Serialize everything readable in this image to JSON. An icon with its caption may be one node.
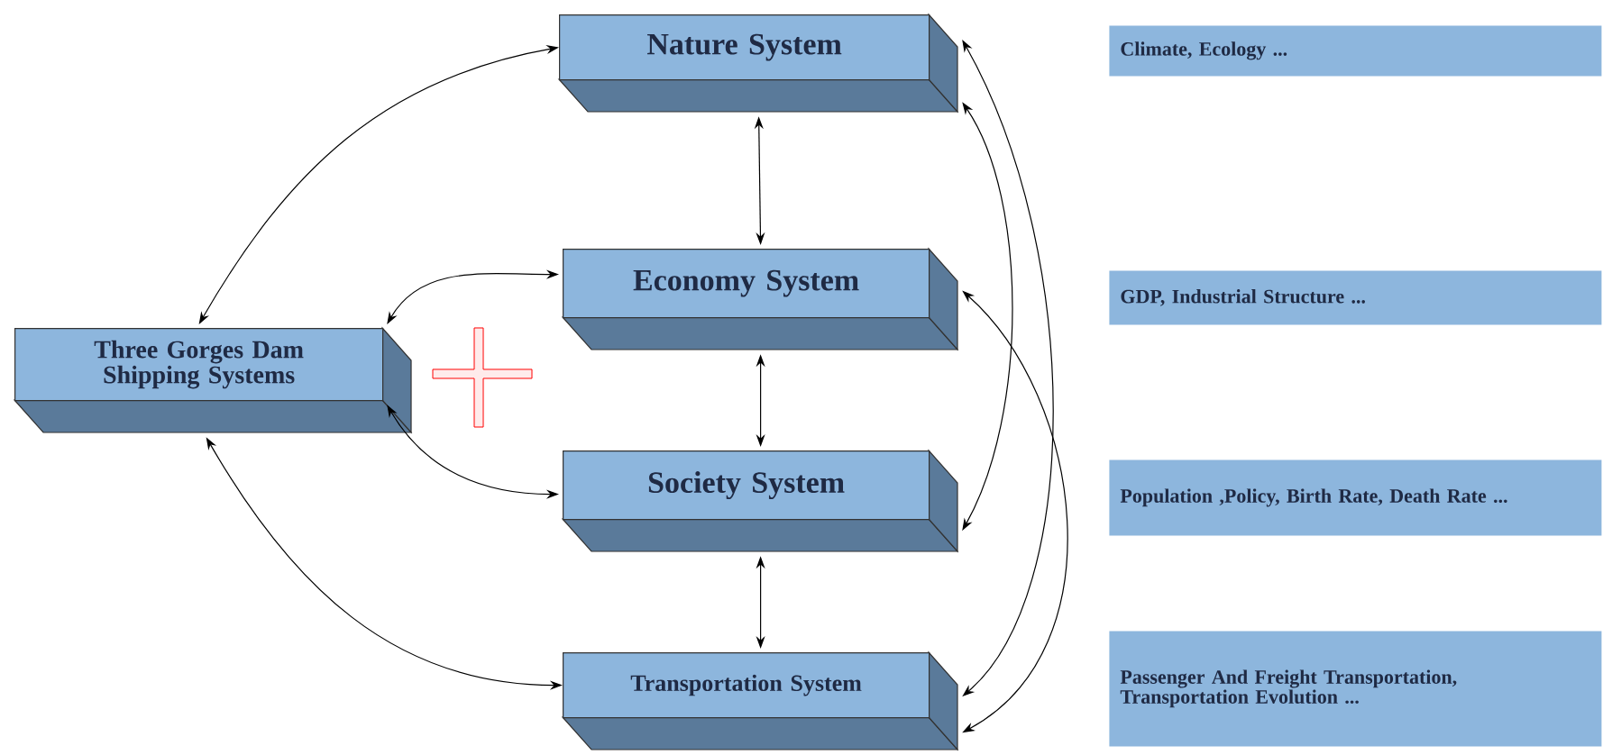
{
  "diagram": {
    "nodes": [
      {
        "text": [
          "Three Gorges Dam Shipping Systems"
        ]
      },
      {
        "text": [
          "Nature System"
        ]
      },
      {
        "text": [
          "Economy System"
        ]
      },
      {
        "text": [
          "Society System"
        ]
      },
      {
        "text": [
          "Transportation System"
        ]
      },
      {
        "text": [
          "Climate, Ecology ..."
        ]
      },
      {
        "text": [
          "GDP, Industrial Structure ..."
        ]
      },
      {
        "text": [
          "Population ,Policy, Birth Rate, Death Rate ..."
        ]
      },
      {
        "text": [
          "Passenger And Freight Transportation, Transportation Evolution ..."
        ]
      }
    ],
    "edges": [
      {
        "from": 0,
        "to": 1,
        "arrow": "both"
      },
      {
        "from": 0,
        "to": 2,
        "arrow": "both"
      },
      {
        "from": 0,
        "to": 3,
        "arrow": "both"
      },
      {
        "from": 0,
        "to": 4,
        "arrow": "both"
      },
      {
        "from": 1,
        "to": 2,
        "arrow": "both"
      },
      {
        "from": 2,
        "to": 3,
        "arrow": "both"
      },
      {
        "from": 3,
        "to": 4,
        "arrow": "both"
      },
      {
        "from": 1,
        "to": 4,
        "arrow": "both"
      },
      {
        "from": 1,
        "to": 3,
        "arrow": "both"
      },
      {
        "from": 2,
        "to": 4,
        "arrow": "both"
      }
    ]
  }
}
